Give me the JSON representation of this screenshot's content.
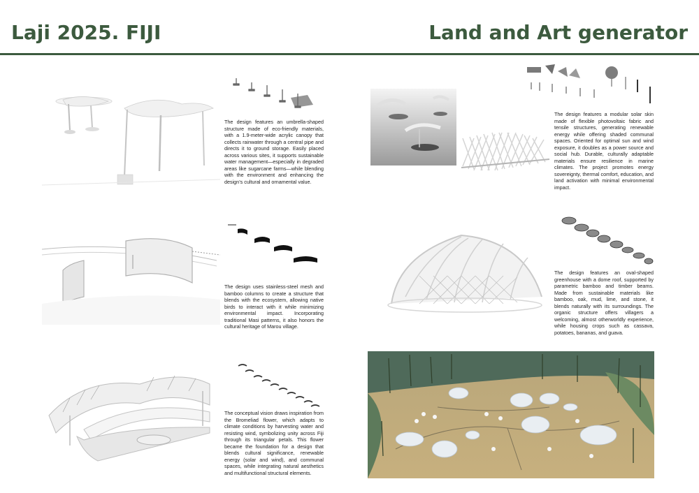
{
  "header": {
    "left_title": "Laji 2025. FIJI",
    "right_title": "Land and Art generator"
  },
  "projects": [
    {
      "text": "The design features an umbrella-shaped structure made of eco-friendly materials, with a 1.9-meter-wide acrylic canopy that collects rainwater through a central pipe and directs it to ground storage. Easily placed across various sites, it supports sustainable water management—especially in degraded areas like sugarcane farms—while blending with the environment and enhancing the design’s cultural and ornamental value."
    },
    {
      "text": "The design features a modular solar skin made of flexible photovoltaic fabric and tensile structures, generating renewable energy while offering shaded communal spaces. Oriented for optimal sun and wind exposure, it doubles as a power source and social hub. Durable, culturally adaptable materials ensure resilience in marine climates. The project promotes energy sovereignty, thermal comfort, education, and land activation with minimal environmental impact."
    },
    {
      "text": "The design uses stainless-steel mesh and bamboo columns to create a structure that blends with the ecosystem, allowing native birds to interact with it while minimizing environmental impact. Incorporating traditional Masi patterns, it also honors the cultural heritage of Marou village."
    },
    {
      "text": "The design features an oval-shaped greenhouse with a dome roof, supported by parametric bamboo and timber beams. Made from sustainable materials like bamboo, oak, mud, lime, and stone, it blends naturally with its surroundings. The organic structure offers villagers a welcoming, almost otherworldly experience, while housing crops such as cassava, potatoes, bananas, and guava."
    },
    {
      "text": "The conceptual vision draws inspiration from the Bromeliad flower, which adapts to climate conditions by harvesting water and resisting wind, symbolizing unity across Fiji through its triangular petals. This flower became the foundation for a design that blends cultural significance, renewable energy (solar and wind), and communal spaces, while integrating natural aesthetics and multifunctional structural elements."
    }
  ]
}
